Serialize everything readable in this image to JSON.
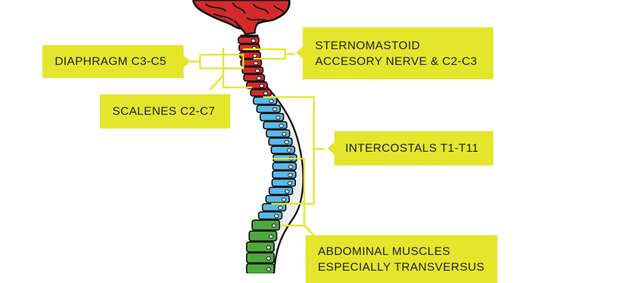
{
  "diagram": {
    "labels": {
      "diaphragm": "DIAPHRAGM C3-C5",
      "scalenes": "SCALENES C2-C7",
      "sternomastoid_line1": "STERNOMASTOID",
      "sternomastoid_line2": "ACCESORY NERVE & C2-C3",
      "intercostals": "INTERCOSTALS T1-T11",
      "abdominal_line1": "ABDOMINAL MUSCLES",
      "abdominal_line2": "ESPECIALLY TRANSVERSUS"
    },
    "colors": {
      "label_bg": "#e3e62b",
      "brain": "#d42a2a",
      "cervical": "#d42a2a",
      "thoracic": "#5ab8e8",
      "lumbar": "#4caa3c",
      "outline": "#111111"
    }
  }
}
